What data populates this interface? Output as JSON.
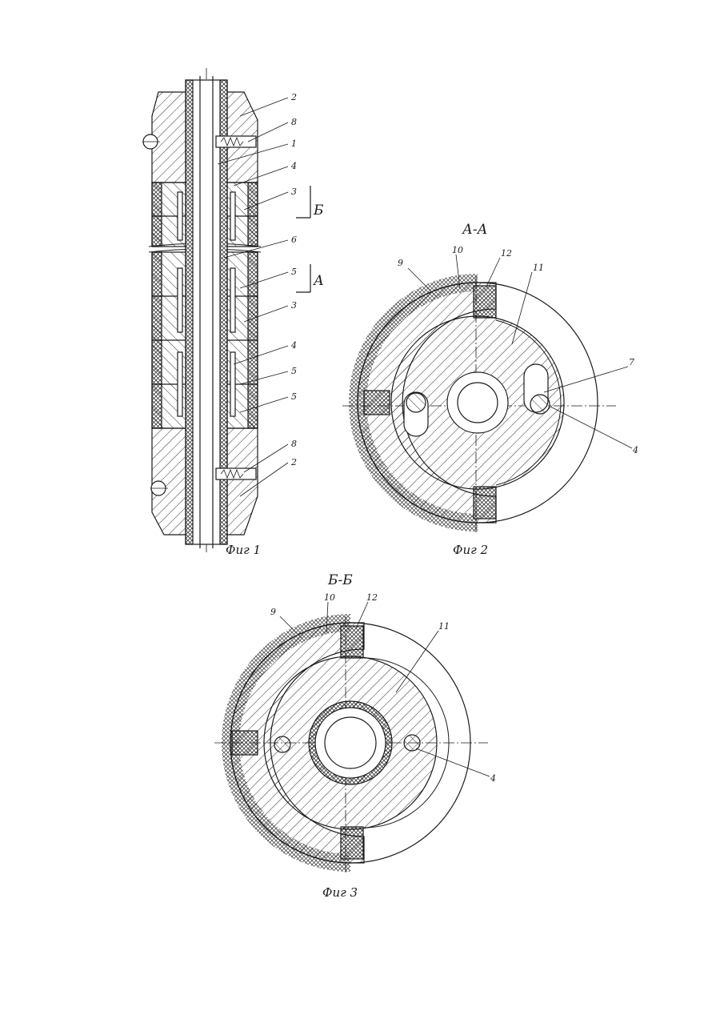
{
  "figures": {
    "fig1": {
      "caption": "Фиг 1",
      "section_marks": {
        "upper": "Б",
        "lower": "А"
      },
      "labels": [
        "2",
        "8",
        "1",
        "4",
        "3",
        "6",
        "5",
        "3",
        "4",
        "5",
        "5",
        "8",
        "2"
      ]
    },
    "fig2": {
      "caption": "Фиг 2",
      "title": "А-А",
      "labels": [
        "9",
        "10",
        "12",
        "11",
        "7",
        "4"
      ]
    },
    "fig3": {
      "caption": "Фиг 3",
      "title": "Б-Б",
      "labels": [
        "9",
        "10",
        "12",
        "11",
        "4"
      ]
    }
  },
  "colors": {
    "ink": "#1a1a1a",
    "paper": "#ffffff"
  }
}
